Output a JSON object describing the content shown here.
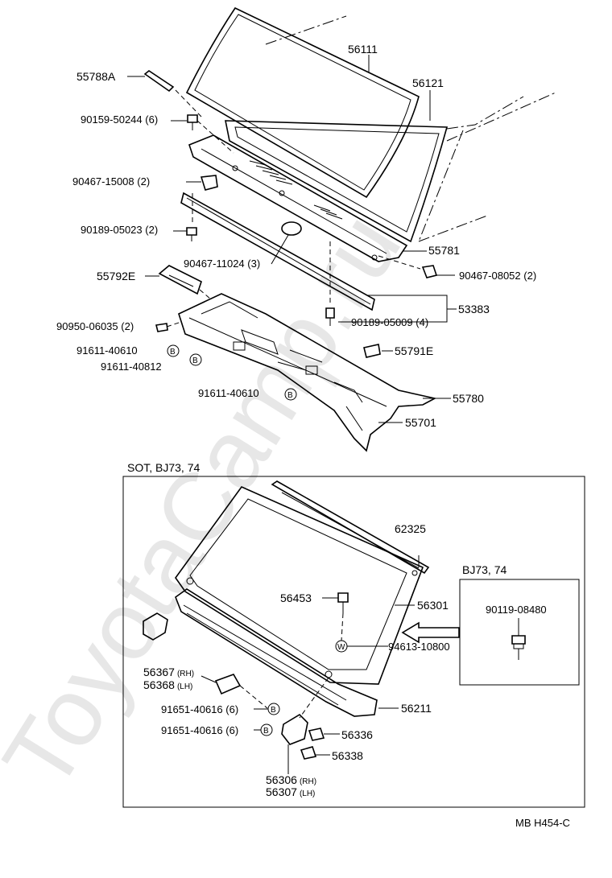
{
  "watermark": "ToyotaCamp.ru",
  "parts_top": {
    "p56111": "56111",
    "p56121": "56121",
    "p55788A": "55788A",
    "p90159_50244": "90159-50244",
    "p90159_50244_qty": "(6)",
    "p90467_15008": "90467-15008",
    "p90467_15008_qty": "(2)",
    "p90189_05023": "90189-05023",
    "p90189_05023_qty": "(2)",
    "p55781": "55781",
    "p90467_11024": "90467-11024",
    "p90467_11024_qty": "(3)",
    "p90467_08052": "90467-08052",
    "p90467_08052_qty": "(2)",
    "p55792E": "55792E",
    "p53383": "53383",
    "p90189_05009": "90189-05009",
    "p90189_05009_qty": "(4)",
    "p90950_06035": "90950-06035",
    "p90950_06035_qty": "(2)",
    "p91611_40610_a": "91611-40610",
    "p91611_40812": "91611-40812",
    "p55791E": "55791E",
    "p91611_40610_b": "91611-40610",
    "p55780": "55780",
    "p55701": "55701"
  },
  "section": {
    "title": "SOT, BJ73, 74",
    "inset_title": "BJ73, 74",
    "p62325": "62325",
    "p56453": "56453",
    "p56301": "56301",
    "p94613_10800": "94613-10800",
    "p90119_08480": "90119-08480",
    "p56367": "56367",
    "p56367_side": "(RH)",
    "p56368": "56368",
    "p56368_side": "(LH)",
    "p91651_40616_a": "91651-40616",
    "p91651_40616_a_qty": "(6)",
    "p91651_40616_b": "91651-40616",
    "p91651_40616_b_qty": "(6)",
    "p56336": "56336",
    "p56211": "56211",
    "p56338": "56338",
    "p56306": "56306",
    "p56306_side": "(RH)",
    "p56307": "56307",
    "p56307_side": "(LH)"
  },
  "symbols": {
    "b": "B",
    "w": "W"
  },
  "footer": {
    "code": "MB  H454-C"
  },
  "icons": [
    "bolt-icon",
    "clip-icon",
    "nut-icon",
    "washer-b-icon",
    "washer-w-icon",
    "arrow-icon"
  ]
}
